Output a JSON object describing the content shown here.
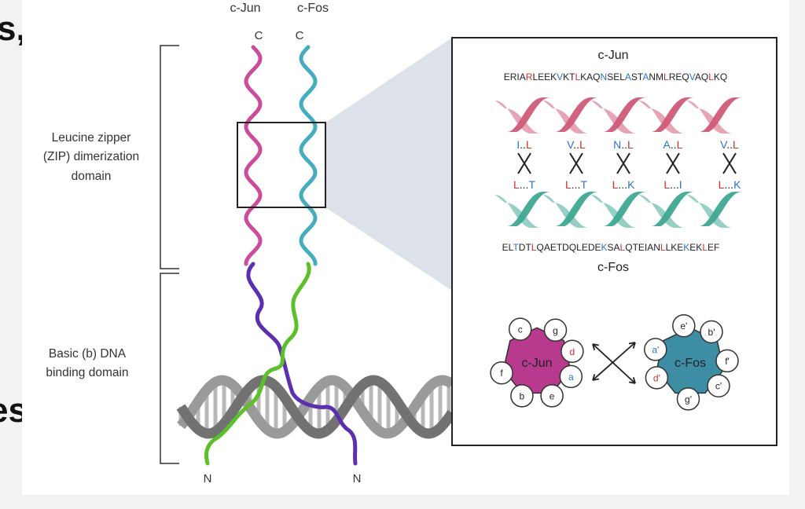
{
  "left_edge_fragments": [
    "s,",
    "es,"
  ],
  "strand_labels": {
    "jun": "c-Jun",
    "fos": "c-Fos"
  },
  "terminals": {
    "c_jun": "C",
    "c_fos": "C",
    "n_left": "N",
    "n_right": "N"
  },
  "domains": {
    "zipper": [
      "Leucine zipper",
      "(ZIP) dimerization",
      "domain"
    ],
    "basic": [
      "Basic (b) DNA",
      "binding domain"
    ]
  },
  "inset": {
    "jun_title": "c-Jun",
    "jun_sequence": [
      {
        "t": "ERIA",
        "c": "k"
      },
      {
        "t": "R",
        "c": "r"
      },
      {
        "t": "LEEK",
        "c": "k"
      },
      {
        "t": "V",
        "c": "b"
      },
      {
        "t": "KT",
        "c": "k"
      },
      {
        "t": "L",
        "c": "r"
      },
      {
        "t": "KAQ",
        "c": "k"
      },
      {
        "t": "N",
        "c": "b"
      },
      {
        "t": "SEL",
        "c": "k"
      },
      {
        "t": "A",
        "c": "b"
      },
      {
        "t": "ST",
        "c": "k"
      },
      {
        "t": "A",
        "c": "b"
      },
      {
        "t": "NM",
        "c": "k"
      },
      {
        "t": "L",
        "c": "r"
      },
      {
        "t": "REQ",
        "c": "k"
      },
      {
        "t": "V",
        "c": "b"
      },
      {
        "t": "AQ",
        "c": "k"
      },
      {
        "t": "L",
        "c": "r"
      },
      {
        "t": "KQ",
        "c": "k"
      }
    ],
    "pairs_top": [
      [
        {
          "t": "I",
          "c": "b"
        },
        {
          "t": "..",
          "c": "k"
        },
        {
          "t": "L",
          "c": "r"
        }
      ],
      [
        {
          "t": "V",
          "c": "b"
        },
        {
          "t": "..",
          "c": "k"
        },
        {
          "t": "L",
          "c": "r"
        }
      ],
      [
        {
          "t": "N",
          "c": "b"
        },
        {
          "t": "..",
          "c": "k"
        },
        {
          "t": "L",
          "c": "r"
        }
      ],
      [
        {
          "t": "A",
          "c": "b"
        },
        {
          "t": "..",
          "c": "k"
        },
        {
          "t": "L",
          "c": "r"
        }
      ],
      [
        {
          "t": "V",
          "c": "b"
        },
        {
          "t": "..",
          "c": "k"
        },
        {
          "t": "L",
          "c": "r"
        }
      ]
    ],
    "pairs_bottom": [
      [
        {
          "t": "L",
          "c": "r"
        },
        {
          "t": "...",
          "c": "k"
        },
        {
          "t": "T",
          "c": "b"
        }
      ],
      [
        {
          "t": "L",
          "c": "r"
        },
        {
          "t": "...",
          "c": "k"
        },
        {
          "t": "T",
          "c": "b"
        }
      ],
      [
        {
          "t": "L",
          "c": "r"
        },
        {
          "t": "...",
          "c": "k"
        },
        {
          "t": "K",
          "c": "b"
        }
      ],
      [
        {
          "t": "L",
          "c": "r"
        },
        {
          "t": "...",
          "c": "k"
        },
        {
          "t": "I",
          "c": "b"
        }
      ],
      [
        {
          "t": "L",
          "c": "r"
        },
        {
          "t": "...",
          "c": "k"
        },
        {
          "t": "K",
          "c": "b"
        }
      ]
    ],
    "fos_sequence": [
      {
        "t": "EL",
        "c": "k"
      },
      {
        "t": "T",
        "c": "b"
      },
      {
        "t": "DT",
        "c": "k"
      },
      {
        "t": "L",
        "c": "r"
      },
      {
        "t": "QAETDQLEDE",
        "c": "k"
      },
      {
        "t": "K",
        "c": "b"
      },
      {
        "t": "SA",
        "c": "k"
      },
      {
        "t": "L",
        "c": "r"
      },
      {
        "t": "QTEIAN",
        "c": "k"
      },
      {
        "t": "L",
        "c": "r"
      },
      {
        "t": "LKE",
        "c": "k"
      },
      {
        "t": "K",
        "c": "b"
      },
      {
        "t": "EK",
        "c": "k"
      },
      {
        "t": "L",
        "c": "r"
      },
      {
        "t": "EF",
        "c": "k"
      }
    ],
    "fos_title": "c-Fos",
    "wheel_jun": {
      "label": "c-Jun",
      "positions": [
        "g",
        "d",
        "a",
        "e",
        "b",
        "f",
        "c"
      ]
    },
    "wheel_fos": {
      "label": "c-Fos",
      "positions": [
        "b'",
        "f'",
        "c'",
        "g'",
        "d'",
        "a'",
        "e'"
      ]
    }
  },
  "colors": {
    "jun": "#cc4c9c",
    "fos": "#45adbf",
    "basic_jun": "#5b2fb0",
    "basic_fos": "#5cc02a",
    "jun_helix": "#cf5b78",
    "fos_helix": "#3fa892",
    "jun_wheel": "#b83a8e",
    "fos_wheel": "#3d8ea4",
    "red_res": "#d0312d",
    "blue_res": "#2f72c9"
  }
}
